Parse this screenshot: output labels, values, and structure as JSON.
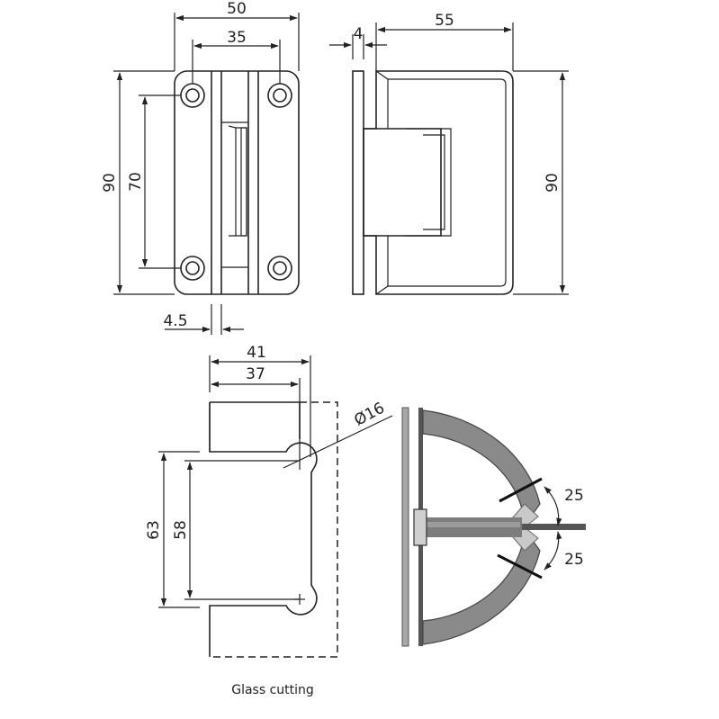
{
  "front_view": {
    "dim_width": "50",
    "dim_hole_spacing_h": "35",
    "dim_height": "90",
    "dim_hole_spacing_v": "70",
    "dim_offset": "4.5"
  },
  "side_view": {
    "dim_plate": "4",
    "dim_depth": "55",
    "dim_height": "90"
  },
  "glass_cutting": {
    "dim_outer_width": "41",
    "dim_inner_width": "37",
    "dim_hole_diameter": "Ø16",
    "dim_outer_height": "63",
    "dim_inner_height": "58",
    "caption": "Glass cutting"
  },
  "rotation_view": {
    "angle_top": "25",
    "angle_bottom": "25"
  },
  "colors": {
    "line": "#222222",
    "arc_fill": "#8a8a8a",
    "glass": "#a8a8a8",
    "arm": "#7d7d7d"
  }
}
